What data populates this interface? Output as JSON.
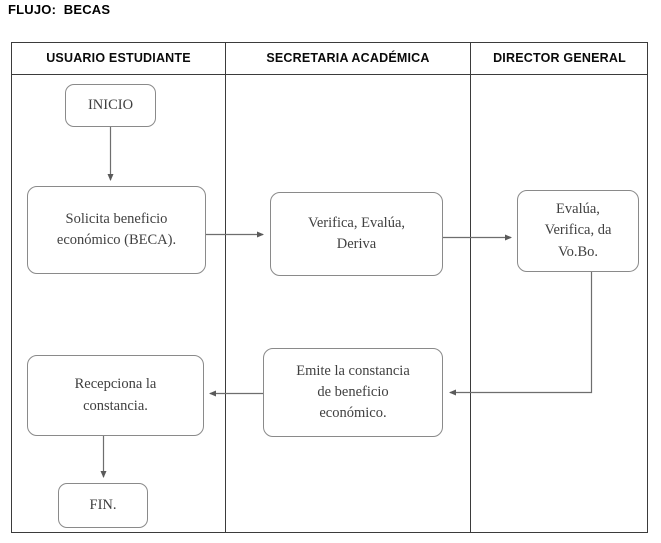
{
  "title": "FLUJO:  BECAS",
  "diagram": {
    "type": "swimlane-flowchart",
    "lanes": [
      {
        "id": "usuario-estudiante",
        "label": "USUARIO ESTUDIANTE"
      },
      {
        "id": "secretaria-academica",
        "label": "SECRETARIA ACADÉMICA"
      },
      {
        "id": "director-general",
        "label": "DIRECTOR GENERAL"
      }
    ],
    "nodes": [
      {
        "id": "inicio",
        "lane": "usuario-estudiante",
        "shape": "terminator",
        "label": "INICIO"
      },
      {
        "id": "solicita",
        "lane": "usuario-estudiante",
        "shape": "process",
        "label": "Solicita beneficio\neconómico (BECA)."
      },
      {
        "id": "verifica",
        "lane": "secretaria-academica",
        "shape": "process",
        "label": "Verifica, Evalúa,\nDeriva"
      },
      {
        "id": "vobo",
        "lane": "director-general",
        "shape": "process",
        "label": "Evalúa,\nVerifica, da\nVo.Bo."
      },
      {
        "id": "emite",
        "lane": "secretaria-academica",
        "shape": "process",
        "label": "Emite la constancia\nde beneficio\neconómico."
      },
      {
        "id": "recepciona",
        "lane": "usuario-estudiante",
        "shape": "process",
        "label": "Recepciona la\nconstancia."
      },
      {
        "id": "fin",
        "lane": "usuario-estudiante",
        "shape": "terminator",
        "label": "FIN."
      }
    ],
    "edges": [
      {
        "id": "inicio-to-solicita",
        "from": "inicio",
        "to": "solicita",
        "direction": "down"
      },
      {
        "id": "solicita-to-verifica",
        "from": "solicita",
        "to": "verifica",
        "direction": "right"
      },
      {
        "id": "verifica-to-vobo",
        "from": "verifica",
        "to": "vobo",
        "direction": "right"
      },
      {
        "id": "vobo-to-emite",
        "from": "vobo",
        "to": "emite",
        "direction": "down-left"
      },
      {
        "id": "emite-to-recepciona",
        "from": "emite",
        "to": "recepciona",
        "direction": "left"
      },
      {
        "id": "recepciona-to-fin",
        "from": "recepciona",
        "to": "fin",
        "direction": "down"
      }
    ]
  },
  "colors": {
    "node_border": "#8a8a8a",
    "node_text": "#404040",
    "table_border": "#3b3b3b",
    "connector": "#6e6e6e",
    "background": "#ffffff"
  }
}
